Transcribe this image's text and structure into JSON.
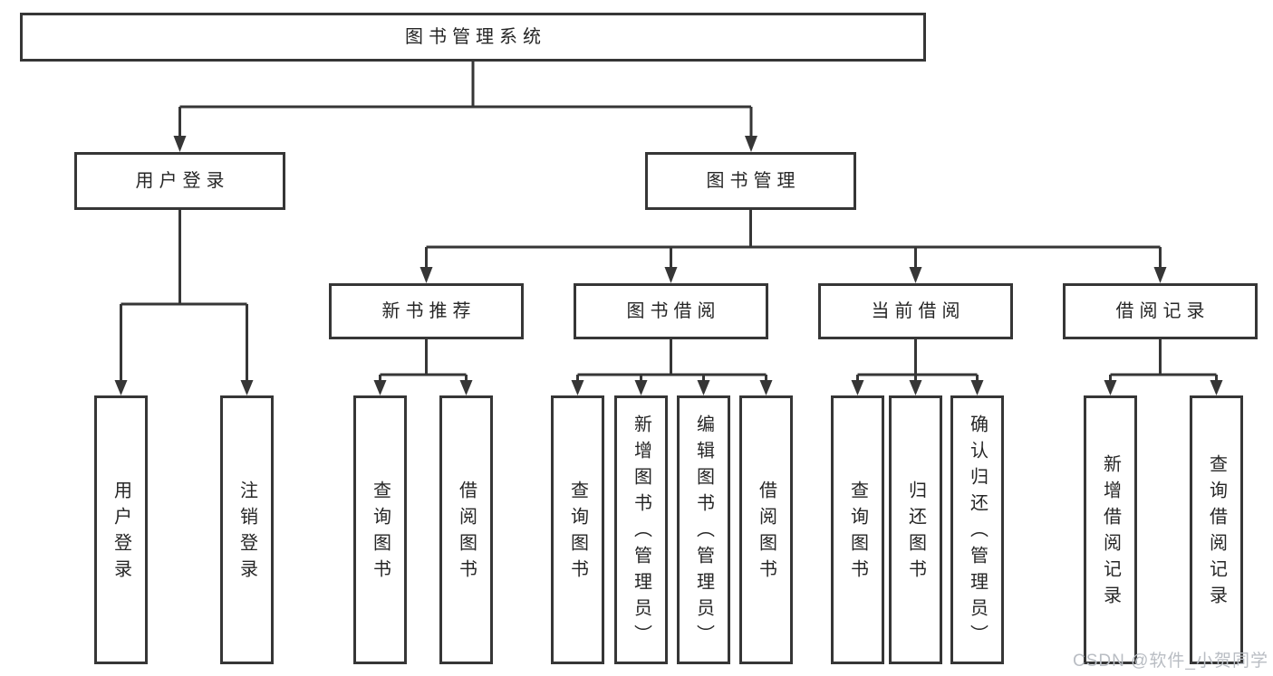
{
  "diagram": {
    "title": "图书管理系统",
    "level2": {
      "user_login": {
        "label": "用户登录",
        "children": [
          "用户登录",
          "注销登录"
        ]
      },
      "book_management": {
        "label": "图书管理",
        "children": {
          "new_book_recommend": {
            "label": "新书推荐",
            "children": [
              "查询图书",
              "借阅图书"
            ]
          },
          "book_borrow": {
            "label": "图书借阅",
            "children": [
              "查询图书",
              "新增图书（管理员）",
              "编辑图书（管理员）",
              "借阅图书"
            ]
          },
          "current_borrow": {
            "label": "当前借阅",
            "children": [
              "查询图书",
              "归还图书",
              "确认归还（管理员）"
            ]
          },
          "borrow_records": {
            "label": "借阅记录",
            "children": [
              "新增借阅记录",
              "查询借阅记录"
            ]
          }
        }
      }
    },
    "watermark": "CSDN @软件_小贺同学",
    "colors": {
      "line": "#363636",
      "text": "#262626",
      "background": "#ffffff",
      "watermark": "#b9bdc3"
    }
  }
}
